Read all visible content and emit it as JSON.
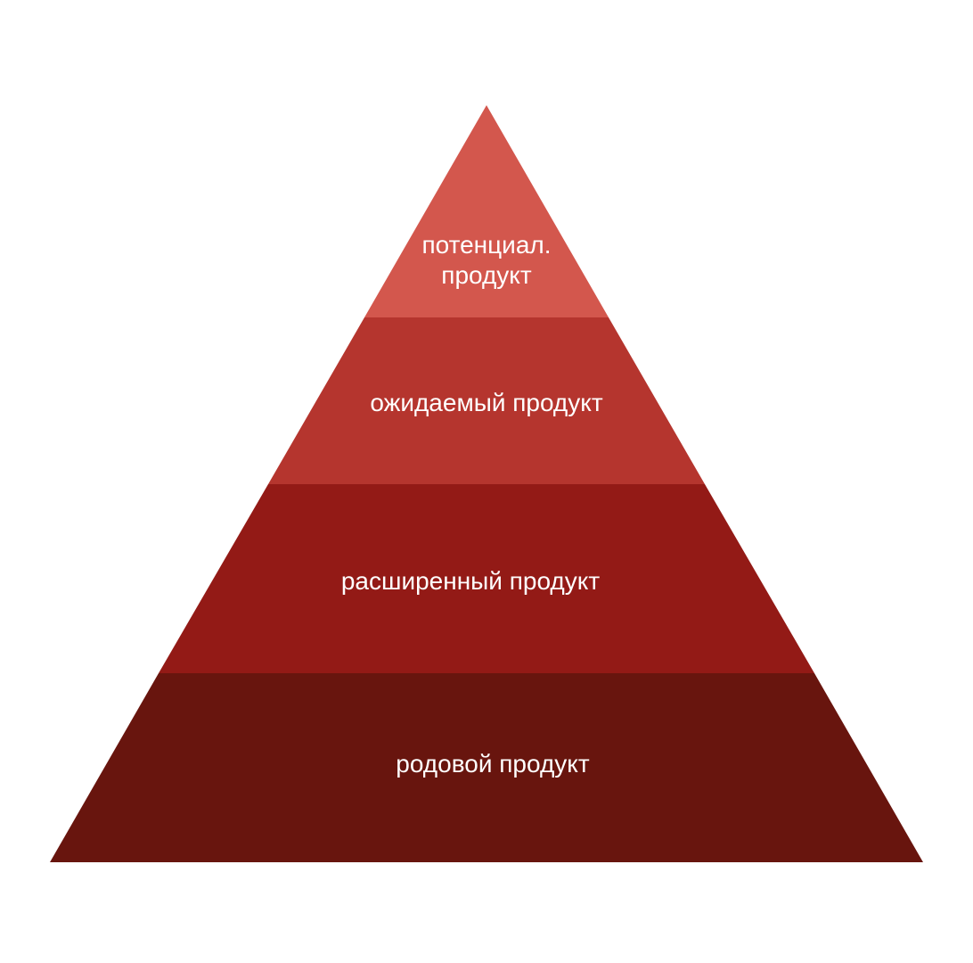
{
  "levels": [
    {
      "label_line1": "потенциал.",
      "label_line2": "продукт",
      "color": "#D3574D"
    },
    {
      "label": "ожидаемый продукт",
      "color": "#B5352E"
    },
    {
      "label": "расширенный продукт",
      "color": "#931A16"
    },
    {
      "label": "родовой продукт",
      "color": "#68150E"
    }
  ]
}
